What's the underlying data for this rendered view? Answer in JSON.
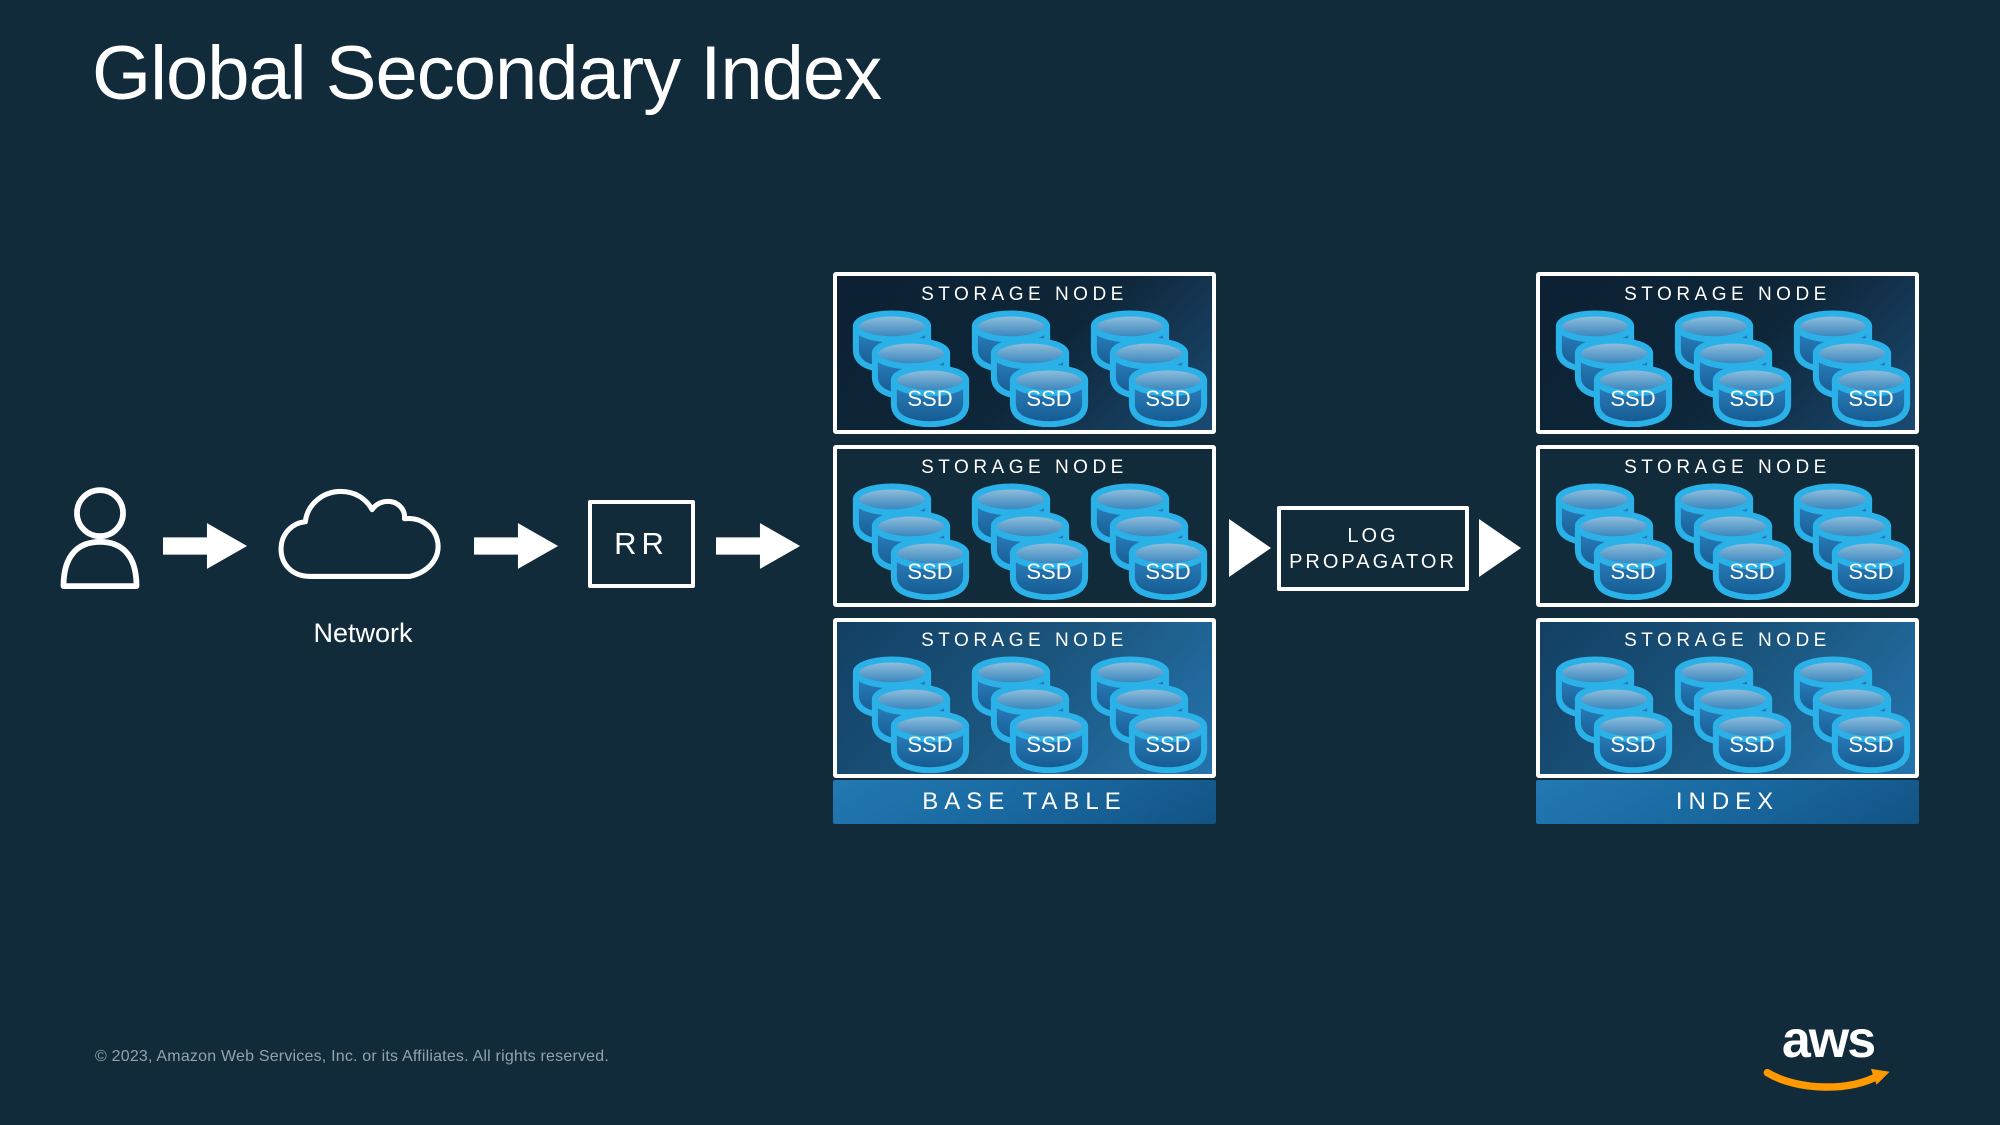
{
  "title": "Global Secondary Index",
  "footer": "© 2023, Amazon Web Services, Inc. or its Affiliates. All rights reserved.",
  "flow": {
    "network_label": "Network",
    "request_router_label": "RR",
    "log_propagator": {
      "line1": "LOG",
      "line2": "PROPAGATOR"
    }
  },
  "groups": [
    {
      "caption": "BASE TABLE",
      "nodes": [
        {
          "title": "STORAGE NODE",
          "disks": [
            "SSD",
            "SSD",
            "SSD"
          ]
        },
        {
          "title": "STORAGE NODE",
          "disks": [
            "SSD",
            "SSD",
            "SSD"
          ]
        },
        {
          "title": "STORAGE NODE",
          "disks": [
            "SSD",
            "SSD",
            "SSD"
          ]
        }
      ]
    },
    {
      "caption": "INDEX",
      "nodes": [
        {
          "title": "STORAGE NODE",
          "disks": [
            "SSD",
            "SSD",
            "SSD"
          ]
        },
        {
          "title": "STORAGE NODE",
          "disks": [
            "SSD",
            "SSD",
            "SSD"
          ]
        },
        {
          "title": "STORAGE NODE",
          "disks": [
            "SSD",
            "SSD",
            "SSD"
          ]
        }
      ]
    }
  ],
  "logo": {
    "text": "aws"
  },
  "colors": {
    "background": "#122b3a",
    "disk_outline": "#2ab1e8",
    "disk_body": "#1d70b0",
    "caption_band_blue": "#1a6aa2",
    "aws_orange": "#ff9900",
    "footer_text": "#93a2ac",
    "white": "#ffffff"
  }
}
